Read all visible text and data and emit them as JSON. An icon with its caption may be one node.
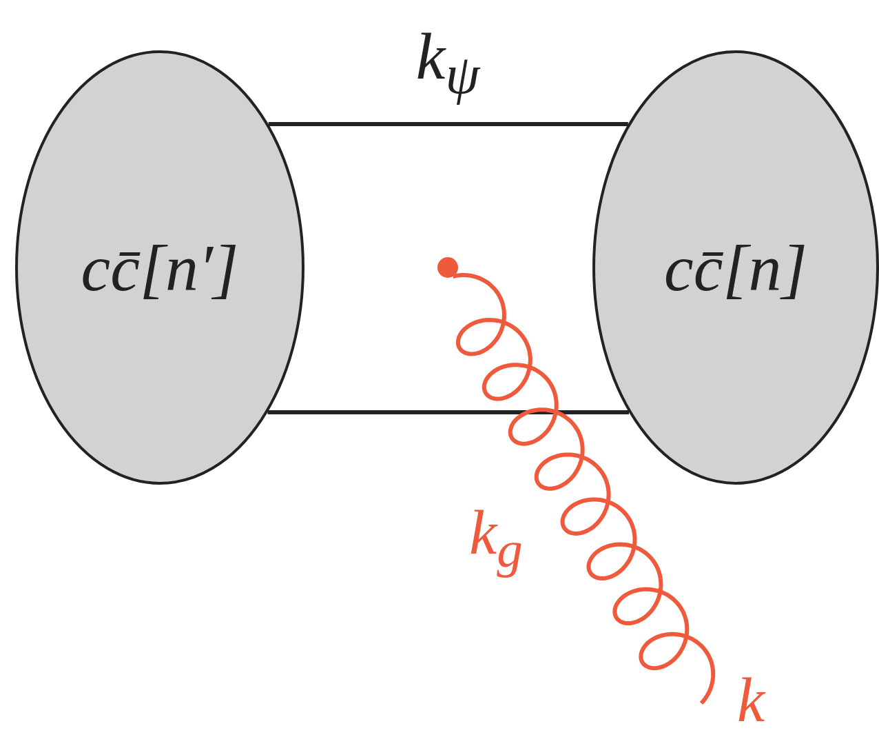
{
  "diagram": {
    "nodes": [
      {
        "text": [
          "cc̄[n′]"
        ]
      },
      {
        "text": [
          "cc̄[n]"
        ]
      },
      {
        "text": [],
        "shape": "circle"
      }
    ],
    "edges": [
      {
        "from": 0,
        "to": 1,
        "arrow": "none",
        "label": "k$_{ψ}$"
      },
      {
        "from": 0,
        "to": 1,
        "arrow": "none"
      },
      {
        "from": 2,
        "to": null,
        "arrow": "none",
        "label": "k$_{g}$",
        "color": "#f05a3c"
      }
    ],
    "labels": [
      "k"
    ]
  }
}
